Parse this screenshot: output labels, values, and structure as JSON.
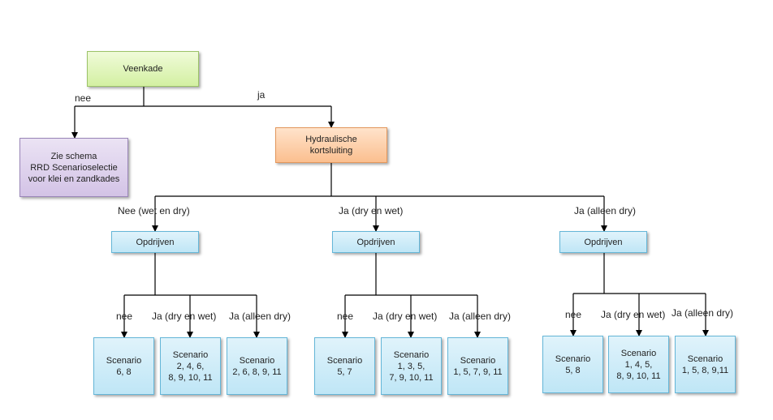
{
  "root": "Veenkade",
  "root_no": "nee",
  "root_yes": "ja",
  "clay_schema": "Zie schema\nRRD Scenarioselectie\nvoor klei en zandkades",
  "hydraulic": "Hydraulische\nkortsluiting",
  "branches": [
    {
      "label": "Nee (wet en dry)",
      "node": "Opdrijven",
      "options": [
        {
          "label": "nee",
          "scenario": "Scenario\n6, 8"
        },
        {
          "label": "Ja (dry en wet)",
          "scenario": "Scenario\n2, 4, 6,\n8, 9, 10, 11"
        },
        {
          "label": "Ja (alleen dry)",
          "scenario": "Scenario\n2, 6, 8, 9, 11"
        }
      ]
    },
    {
      "label": "Ja (dry en wet)",
      "node": "Opdrijven",
      "options": [
        {
          "label": "nee",
          "scenario": "Scenario\n5, 7"
        },
        {
          "label": "Ja (dry en wet)",
          "scenario": "Scenario\n1, 3, 5,\n7, 9, 10, 11"
        },
        {
          "label": "Ja (alleen dry)",
          "scenario": "Scenario\n1, 5, 7, 9, 11"
        }
      ]
    },
    {
      "label": "Ja (alleen dry)",
      "node": "Opdrijven",
      "options": [
        {
          "label": "nee",
          "scenario": "Scenario\n5, 8"
        },
        {
          "label": "Ja (dry en wet)",
          "scenario": "Scenario\n1, 4, 5,\n8, 9, 10, 11"
        },
        {
          "label": "Ja (alleen dry)",
          "scenario": "Scenario\n1, 5, 8, 9,11"
        }
      ]
    }
  ]
}
